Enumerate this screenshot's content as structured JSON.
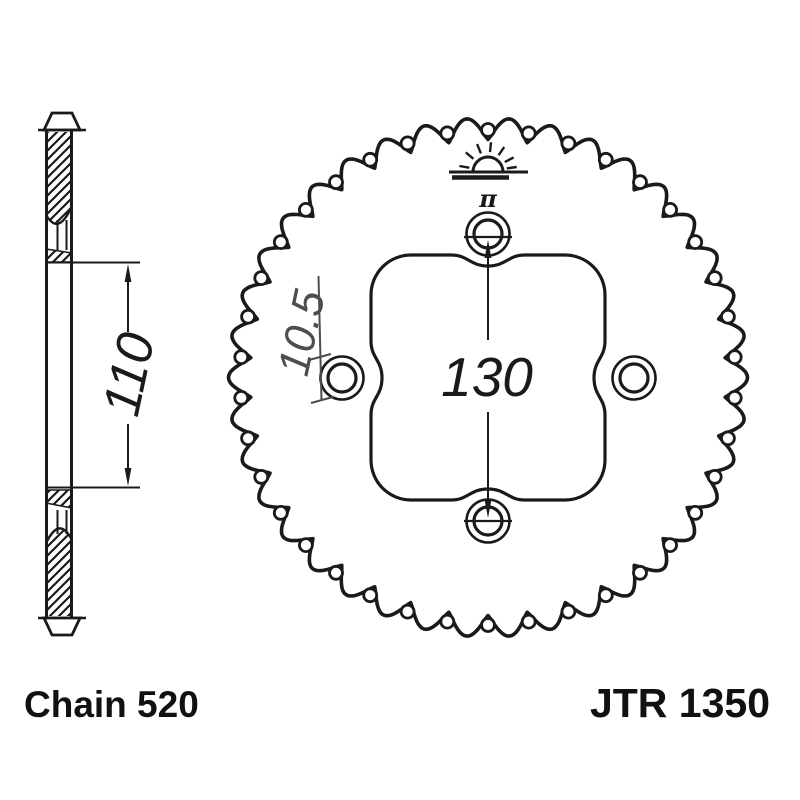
{
  "colors": {
    "ink": "#1a1a1a",
    "dim": "#4d4d4d",
    "background": "#ffffff"
  },
  "drawing": {
    "teeth": 38,
    "logo_symbol": "π",
    "dims": {
      "bolt_circle": "130",
      "bolt_hole": "10.5",
      "side_height": "110"
    }
  },
  "labels": {
    "chain": "Chain 520",
    "part_number": "JTR 1350"
  }
}
